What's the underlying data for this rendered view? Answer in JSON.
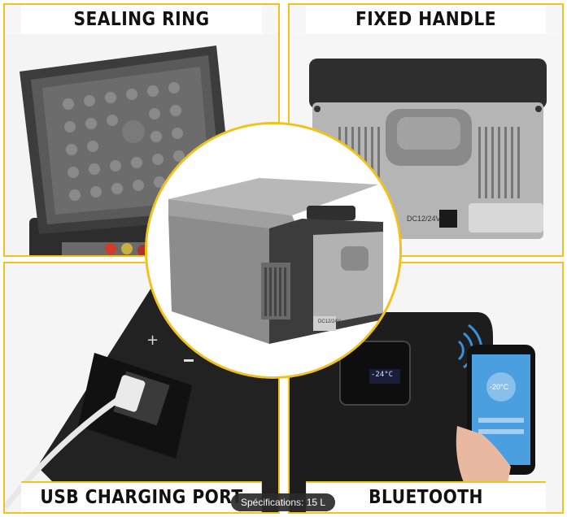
{
  "panels": {
    "sealing_ring": {
      "title": "SEALING RING"
    },
    "fixed_handle": {
      "title": "FIXED HANDLE",
      "voltage_label": "DC12/24V"
    },
    "usb_charging": {
      "title": "USB CHARGING PORT"
    },
    "bluetooth": {
      "title": "BLUETOOTH CONNECTION",
      "phone_temp": "-20°C",
      "display_temp": "-24°C"
    }
  },
  "center": {
    "voltage_label": "DC12/24V"
  },
  "spec_pill": {
    "label": "Spécifications: 15 L"
  },
  "colors": {
    "accent": "#f2c21b",
    "body_gray": "#8c8c8c",
    "dark": "#2a2a2a",
    "phone_blue": "#4a9fe0"
  }
}
